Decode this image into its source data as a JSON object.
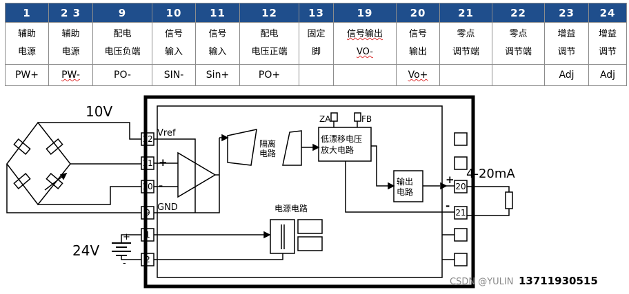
{
  "table": {
    "columns": [
      {
        "pin": "1",
        "name": "辅助电源",
        "symbol": "PW+"
      },
      {
        "pin": "2  3",
        "name": "辅助电源",
        "symbol": "PW-",
        "wavy": true
      },
      {
        "pin": "9",
        "name": "配电电压负端",
        "symbol": "PO-"
      },
      {
        "pin": "10",
        "name": "信号输入",
        "symbol": "SIN-"
      },
      {
        "pin": "11",
        "name": "信号输入",
        "symbol": "Sin+"
      },
      {
        "pin": "12",
        "name": "配电电压正端",
        "symbol": "PO+"
      },
      {
        "pin": "13",
        "name": "固定脚",
        "symbol": ""
      },
      {
        "pin": "19",
        "name": "信号输出VO-",
        "symbol": "",
        "wavy": true
      },
      {
        "pin": "20",
        "name": "信号输出",
        "symbol": "Vo+",
        "wavy": true
      },
      {
        "pin": "21",
        "name": "零点调节端",
        "symbol": ""
      },
      {
        "pin": "22",
        "name": "零点调节端",
        "symbol": ""
      },
      {
        "pin": "23",
        "name": "增益调节",
        "symbol": "Adj"
      },
      {
        "pin": "24",
        "name": "增益调节",
        "symbol": "Adj"
      }
    ]
  },
  "diagram": {
    "excitation_label": "10V",
    "supply_label": "24V",
    "output_label": "4-20mA",
    "vref_label": "Vref",
    "gnd_label": "GND",
    "plus": "+",
    "minus": "-",
    "isolation_label": "隔离电路",
    "amplifier_label": "低漂移电压放大电路",
    "output_circuit_label": "输出电路",
    "power_circuit_label": "电源电路",
    "zadj_label": "ZA",
    "gain_label": "FB",
    "left_pins": [
      "12",
      "11",
      "10",
      "9",
      "1",
      "2"
    ],
    "right_pins": [
      "20",
      "21"
    ],
    "phone": "13711930515",
    "watermark": "CSDN @YULIN"
  }
}
